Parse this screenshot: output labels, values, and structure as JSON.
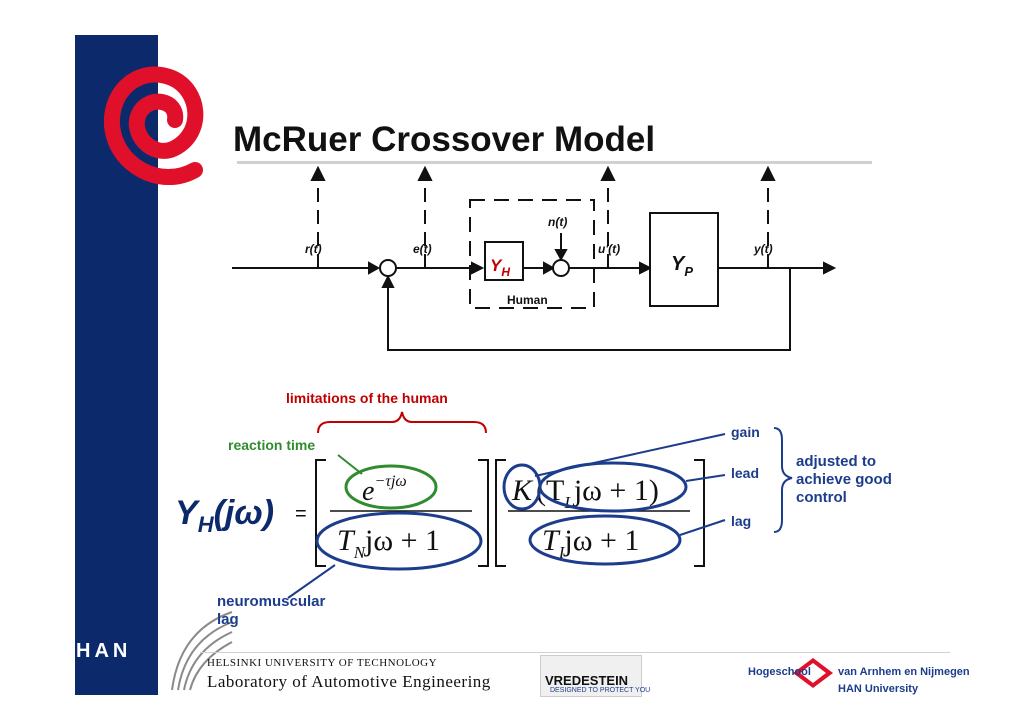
{
  "slide": {
    "title": "McRuer Crossover Model",
    "brand": "HAN"
  },
  "block_diagram": {
    "signals": [
      "r(t)",
      "e(t)",
      "n(t)",
      "u'(t)",
      "y(t)"
    ],
    "human_block": "Y",
    "human_block_sub": "H",
    "plant_block": "Y",
    "plant_block_sub": "P",
    "human_label": "Human"
  },
  "annotations": {
    "limitations": "limitations of the human",
    "reaction_time": "reaction time",
    "neuromuscular": "neuromuscular",
    "neuromuscular_2": "lag",
    "gain": "gain",
    "lead": "lead",
    "lag": "lag",
    "adjusted_1": "adjusted to",
    "adjusted_2": "achieve good",
    "adjusted_3": "control"
  },
  "formula": {
    "lhs_main": "Y",
    "lhs_sub": "H",
    "lhs_arg": "(jω)",
    "equals": "=",
    "f1_num": "e",
    "f1_exp": "−τjω",
    "f1_den": "T",
    "f1_den_sub": "N",
    "f1_den_rest": "jω + 1",
    "f2_num_k": "K",
    "f2_num_t": "(T",
    "f2_num_sub": "L",
    "f2_num_rest": "jω + 1)",
    "f2_den_t": "T",
    "f2_den_sub": "I",
    "f2_den_rest": "jω + 1"
  },
  "footer": {
    "university": "HELSINKI UNIVERSITY OF TECHNOLOGY",
    "lab": "Laboratory of Automotive Engineering",
    "sponsor": "VREDESTEIN",
    "sponsor_slogan": "DESIGNED TO PROTECT YOU",
    "school_1": "Hogeschool",
    "school_2": "van Arnhem en Nijmegen",
    "school_3": "HAN University"
  },
  "colors": {
    "navy": "#0c2a6b",
    "red": "#c00000",
    "green": "#2f8c2f",
    "blue": "#1c3c8c",
    "logo_red": "#e0102a"
  }
}
